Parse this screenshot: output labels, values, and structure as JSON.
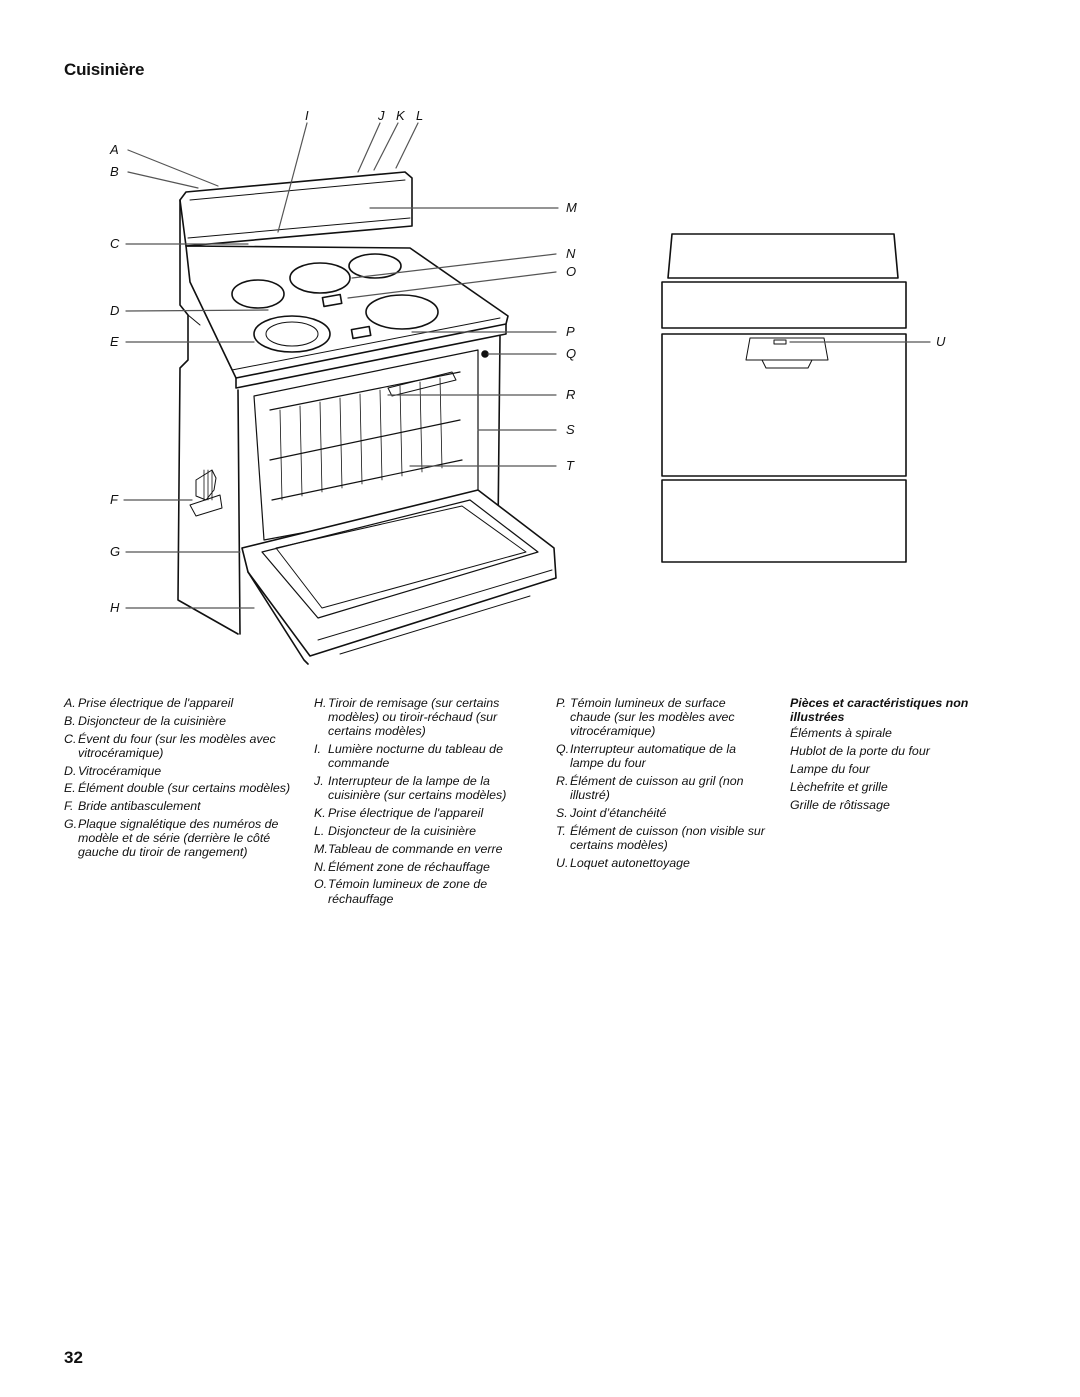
{
  "page_title": "Cuisinière",
  "page_number": "32",
  "callout_labels": {
    "A": "A",
    "B": "B",
    "C": "C",
    "D": "D",
    "E": "E",
    "F": "F",
    "G": "G",
    "H": "H",
    "I": "I",
    "J": "J",
    "K": "K",
    "L": "L",
    "M": "M",
    "N": "N",
    "O": "O",
    "P": "P",
    "Q": "Q",
    "R": "R",
    "S": "S",
    "T": "T",
    "U": "U"
  },
  "legend_col1": [
    {
      "letter": "A.",
      "text": "Prise électrique de l'appareil"
    },
    {
      "letter": "B.",
      "text": "Disjoncteur de la cuisinière"
    },
    {
      "letter": "C.",
      "text": "Évent du four (sur les modèles avec vitrocéramique)"
    },
    {
      "letter": "D.",
      "text": "Vitrocéramique"
    },
    {
      "letter": "E.",
      "text": "Élément double (sur certains modèles)"
    },
    {
      "letter": "F.",
      "text": "Bride antibasculement"
    },
    {
      "letter": "G.",
      "text": "Plaque signalétique des numéros de modèle et de série (derrière le côté gauche du tiroir de rangement)"
    }
  ],
  "legend_col2": [
    {
      "letter": "H.",
      "text": "Tiroir de remisage (sur certains modèles) ou tiroir-réchaud (sur certains modèles)"
    },
    {
      "letter": "I.",
      "text": "Lumière nocturne du tableau de commande"
    },
    {
      "letter": "J.",
      "text": "Interrupteur de la lampe de la cuisinière (sur certains modèles)"
    },
    {
      "letter": "K.",
      "text": "Prise électrique de l'appareil"
    },
    {
      "letter": "L.",
      "text": "Disjoncteur de la cuisinière"
    },
    {
      "letter": "M.",
      "text": "Tableau de commande en verre"
    },
    {
      "letter": "N.",
      "text": "Élément zone de réchauffage"
    },
    {
      "letter": "O.",
      "text": "Témoin lumineux de zone de réchauffage"
    }
  ],
  "legend_col3": [
    {
      "letter": "P.",
      "text": "Témoin lumineux de surface chaude (sur les modèles avec vitrocéramique)"
    },
    {
      "letter": "Q.",
      "text": "Interrupteur automatique de la lampe du four"
    },
    {
      "letter": "R.",
      "text": "Élément de cuisson au gril (non illustré)"
    },
    {
      "letter": "S.",
      "text": "Joint d’étanchéité"
    },
    {
      "letter": "T.",
      "text": "Élément de cuisson (non visible sur certains modèles)"
    },
    {
      "letter": "U.",
      "text": "Loquet autonettoyage"
    }
  ],
  "legend_col4": {
    "heading": "Pièces et caractéristiques non illustrées",
    "items": [
      "Éléments à spirale",
      "Hublot de la porte du four",
      "Lampe du four",
      "Lèchefrite et grille",
      "Grille de rôtissage"
    ]
  }
}
